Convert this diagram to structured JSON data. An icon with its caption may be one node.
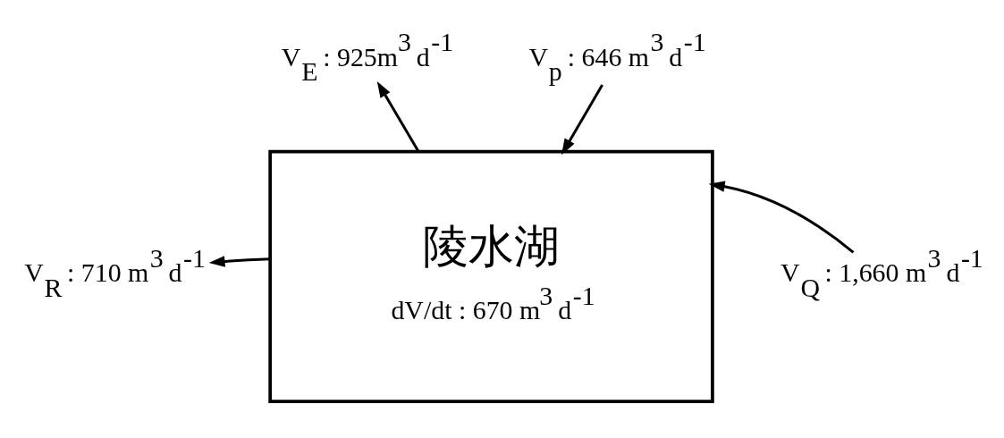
{
  "diagram": {
    "nodes": [
      {
        "text": [
          "V$_{E}$ : 925m$^{3}$ d$^{-1}$"
        ]
      },
      {
        "text": [
          "V$_{p}$ : 646 m$^{3}$ d$^{-1}$"
        ]
      },
      {
        "text": [
          "陵水湖",
          "dV/dt : 670 m$^{3}$ d$^{-1}$"
        ]
      },
      {
        "text": [
          "V$_{R}$ : 710 m$^{3}$ d$^{-1}$"
        ]
      },
      {
        "text": [
          "V$_{Q}$ : 1,660 m$^{3}$ d$^{-1}$"
        ]
      }
    ],
    "edges": [
      {
        "from": 2,
        "to": 0,
        "arrow": "to"
      },
      {
        "from": 1,
        "to": 2,
        "arrow": "to"
      },
      {
        "from": 2,
        "to": 3,
        "arrow": "to"
      },
      {
        "from": 4,
        "to": 2,
        "arrow": "to"
      }
    ]
  }
}
